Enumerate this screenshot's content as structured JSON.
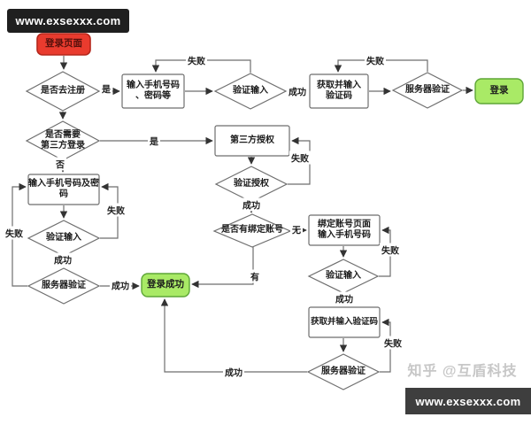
{
  "watermarks": {
    "top_bar": "www.exsexxx.com",
    "bottom_bar": "www.exsexxx.com",
    "zhihu": "知乎 @互盾科技"
  },
  "colors": {
    "start_fill": "#e93b2e",
    "start_border": "#b5271c",
    "start_text": "#55100b",
    "end_fill": "#a9ea66",
    "end_border": "#5ea637",
    "line": "#6e6e6e",
    "node_border": "#6e6e6e",
    "bar_top_bg": "#1f1f1f",
    "bar_bottom_bg": "#3e3e3e",
    "zhihu_gray": "#c7c7c7"
  },
  "nodes": {
    "start": "登录页面",
    "d_register": "是否去注册",
    "r_input_phone_pwd": "输入手机号码\n、密码等",
    "d_verify_input_1": "验证输入",
    "r_get_code_1": "获取并输入\n验证码",
    "d_server_verify_1": "服务器验证",
    "end_login": "登录",
    "d_third_party": "是否需要\n第三方登录",
    "r_third_auth": "第三方授权",
    "d_verify_auth": "验证授权",
    "r_input_phone_pwd_2": "输入手机号码及密\n码",
    "d_verify_input_2": "验证输入",
    "d_server_verify_2": "服务器验证",
    "end_login_success": "登录成功",
    "d_has_bound": "是否有绑定账号",
    "r_bind_page": "绑定账号页面\n输入手机号码",
    "d_verify_input_3": "验证输入",
    "r_get_code_2": "获取并输入验证码",
    "d_server_verify_3": "服务器验证"
  },
  "edge_labels": {
    "yes1": "是",
    "fail1": "失败",
    "ok1": "成功",
    "fail2": "失败",
    "yes2": "是",
    "no1": "否",
    "fail3": "失败",
    "ok2": "成功",
    "none1": "无",
    "have1": "有",
    "fail4": "失败",
    "ok3": "成功",
    "fail5": "失败",
    "ok4": "成功",
    "fail6": "失败",
    "ok5": "成功",
    "fail7": "失败",
    "ok6": "成功"
  }
}
